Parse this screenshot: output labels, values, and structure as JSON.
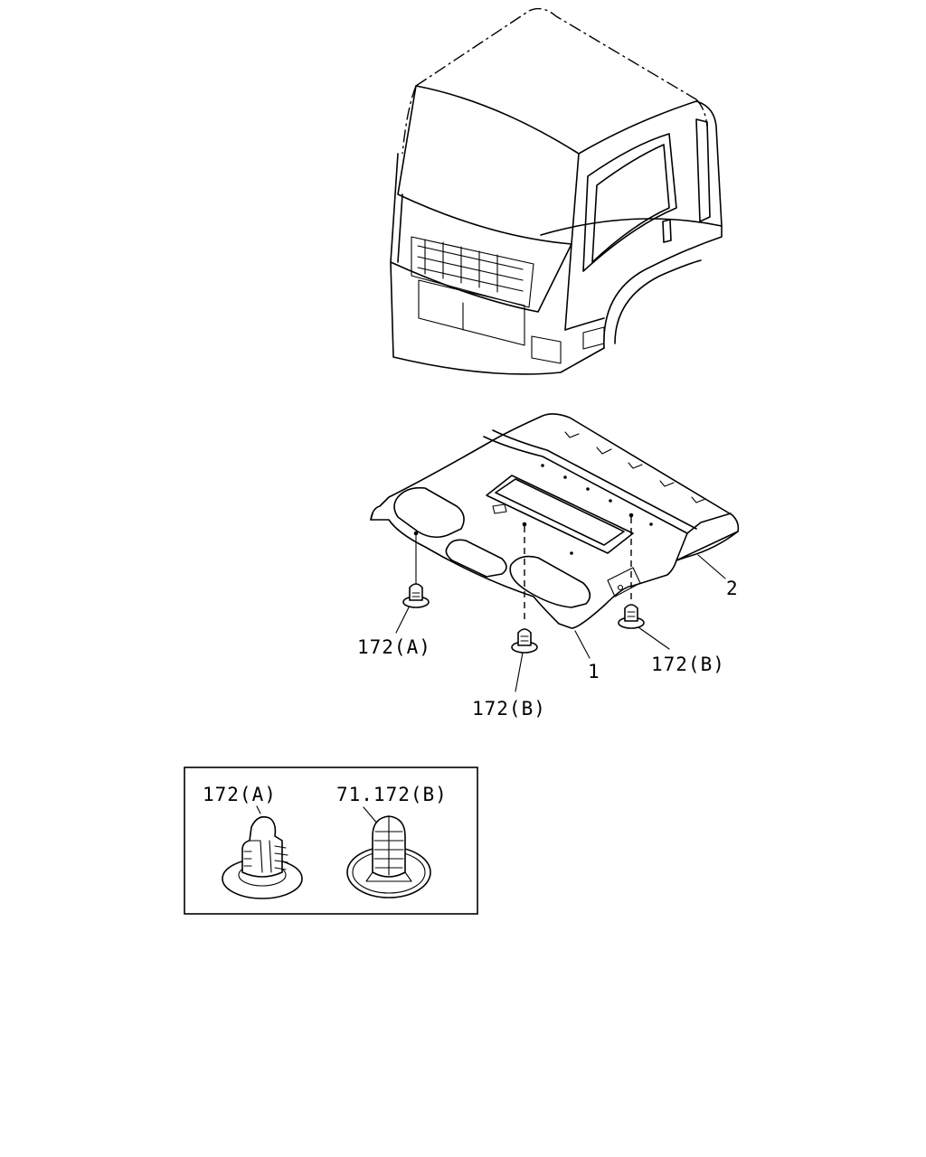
{
  "labels": {
    "part_1": "1",
    "part_2": "2",
    "clip_a_main": "172(A)",
    "clip_b_center": "172(B)",
    "clip_b_right": "172(B)",
    "detail_clip_a": "172(A)",
    "detail_clip_b": "71.172(B)"
  },
  "icons": {
    "cab": "truck-cab-outline",
    "headliner": "roof-headliner-panel",
    "clip_a": "push-clip-a",
    "clip_b": "push-clip-b"
  }
}
